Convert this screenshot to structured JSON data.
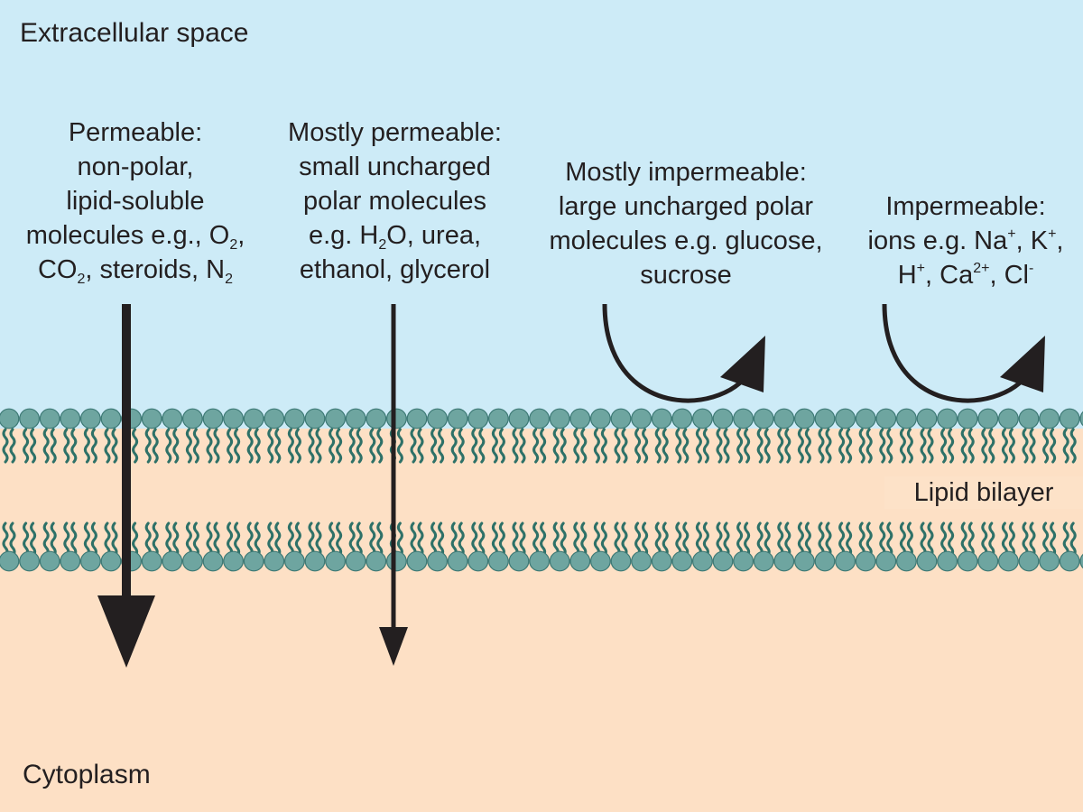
{
  "regions": {
    "extracellular": "Extracellular space",
    "cytoplasm": "Cytoplasm",
    "bilayer": "Lipid bilayer"
  },
  "colors": {
    "extracellular": "#cdebf7",
    "cytoplasm": "#fde0c5",
    "lipid_head": "#6ea5a0",
    "lipid_head_stroke": "#3c7874",
    "lipid_tail": "#2e7168",
    "arrow": "#231f20"
  },
  "categories": [
    {
      "heading": "Permeable:",
      "lines": [
        [
          {
            "t": "non-polar,"
          }
        ],
        [
          {
            "t": "lipid-soluble"
          }
        ],
        [
          {
            "t": "molecules e.g., O"
          },
          {
            "t": "2",
            "sub": true
          },
          {
            "t": ","
          }
        ],
        [
          {
            "t": "CO"
          },
          {
            "t": "2",
            "sub": true
          },
          {
            "t": ", steroids, N"
          },
          {
            "t": "2",
            "sub": true
          }
        ]
      ],
      "arrow": "through-thick"
    },
    {
      "heading": "Mostly permeable:",
      "lines": [
        [
          {
            "t": "small uncharged"
          }
        ],
        [
          {
            "t": "polar molecules"
          }
        ],
        [
          {
            "t": "e.g. H"
          },
          {
            "t": "2",
            "sub": true
          },
          {
            "t": "O, urea,"
          }
        ],
        [
          {
            "t": "ethanol, glycerol"
          }
        ]
      ],
      "arrow": "through-thin"
    },
    {
      "heading": "Mostly impermeable:",
      "lines": [
        [
          {
            "t": "large uncharged polar"
          }
        ],
        [
          {
            "t": "molecules e.g. glucose,"
          }
        ],
        [
          {
            "t": "sucrose"
          }
        ]
      ],
      "arrow": "deflected"
    },
    {
      "heading": "Impermeable:",
      "lines": [
        [
          {
            "t": "ions e.g. Na"
          },
          {
            "t": "+",
            "sup": true
          },
          {
            "t": ", K"
          },
          {
            "t": "+",
            "sup": true
          },
          {
            "t": ","
          }
        ],
        [
          {
            "t": "H"
          },
          {
            "t": "+",
            "sup": true
          },
          {
            "t": ", Ca"
          },
          {
            "t": "2+",
            "sup": true
          },
          {
            "t": ", Cl"
          },
          {
            "t": "-",
            "sup": true
          }
        ]
      ],
      "arrow": "deflected"
    }
  ]
}
